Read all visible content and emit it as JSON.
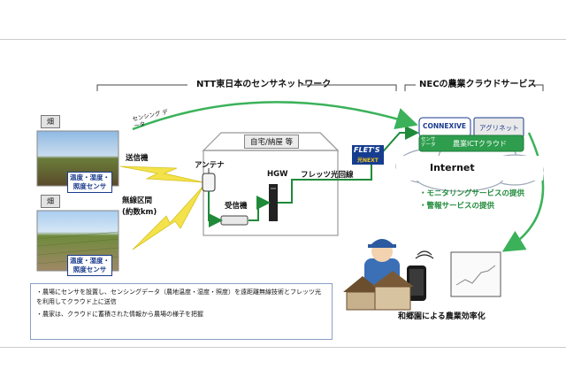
{
  "headers": {
    "ntt": "NTT東日本のセンサネットワーク",
    "nec": "NECの農業クラウドサービス"
  },
  "fields": [
    {
      "tag": "畑",
      "sensor_lines": [
        "温度・湿度・",
        "照度センサ"
      ]
    },
    {
      "tag": "畑",
      "sensor_lines": [
        "温度・湿度・",
        "照度センサ"
      ]
    }
  ],
  "labels": {
    "sending_data": "センシング データ",
    "transmitter": "送信機",
    "wireless_line1": "無線区間",
    "wireless_line2": "(約数km)",
    "antenna": "アンテナ",
    "house": "自宅/納屋 等",
    "receiver": "受信機",
    "hgw": "HGW",
    "flets_line": "フレッツ光回線",
    "flets_logo": "FLET'S",
    "flets_sub": "光NEXT",
    "internet": "Internet",
    "farm_company": "和郷園による農業効率化"
  },
  "cloud": {
    "connexive": "CONNEXIVE",
    "agrinet": "アグリネット",
    "sensor_data": "センサ データ",
    "platform": "農業ICTクラウド"
  },
  "services": [
    "・モニタリングサービスの提供",
    "・警報サービスの提供"
  ],
  "notes": [
    "・農場にセンサを設置し、センシングデータ（農地温度・湿度・照度）を遠距離無線技術とフレッツ光を利用してクラウド上に送信",
    "・農家は、クラウドに蓄積された情報から農場の様子を把握"
  ],
  "colors": {
    "network_line": "#1f8a3a",
    "bolt": "#f3e24a",
    "cloud_bar": "#2e9e4e",
    "sensor_text": "#1a3a8c"
  }
}
